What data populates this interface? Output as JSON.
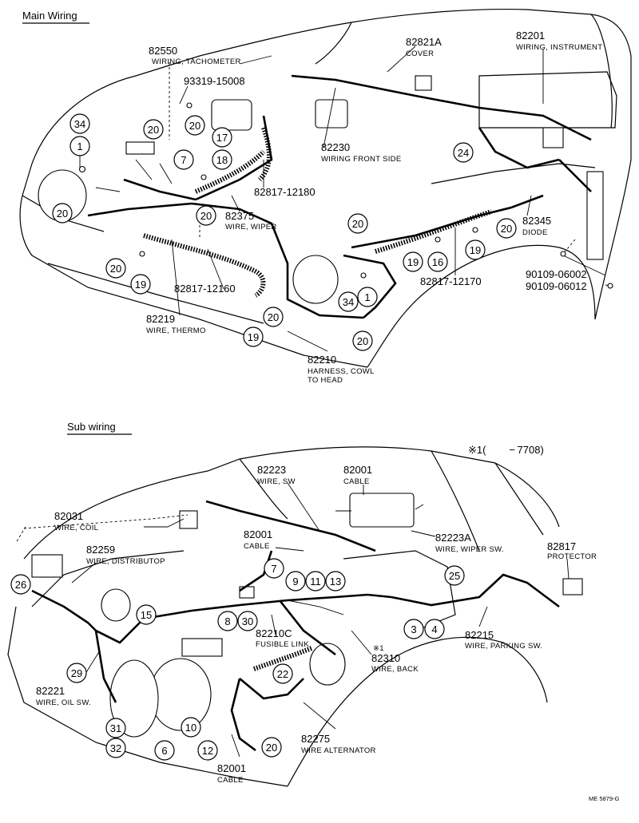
{
  "sections": {
    "main": {
      "title": "Main Wiring"
    },
    "sub": {
      "title": "Sub wiring",
      "note": "※1(        − 7708)"
    }
  },
  "main_parts": {
    "p82550": {
      "number": "82550",
      "name": "WIRING, TACHOMETER"
    },
    "p93319": {
      "number": "93319-15008"
    },
    "p82821A": {
      "number": "82821A",
      "name": "COVER"
    },
    "p82201": {
      "number": "82201",
      "name": "WIRING, INSTRUMENT"
    },
    "p82230": {
      "number": "82230",
      "name": "WIRING FRONT SIDE"
    },
    "p82817_12180": {
      "number": "82817-12180"
    },
    "p82375": {
      "number": "82375",
      "name": "WIRE, WIPER"
    },
    "p82345": {
      "number": "82345",
      "name": "DIODE"
    },
    "p90109_06002": {
      "number": "90109-06002"
    },
    "p90109_06012": {
      "number": "90109-06012"
    },
    "p82817_12170": {
      "number": "82817-12170"
    },
    "p82817_12160": {
      "number": "82817-12160"
    },
    "p82219": {
      "number": "82219",
      "name": "WIRE, THERMO"
    },
    "p82210": {
      "number": "82210",
      "name": "HARNESS, COWL",
      "name2": "TO HEAD"
    }
  },
  "sub_parts": {
    "p82223": {
      "number": "82223",
      "name": "WIRE, SW"
    },
    "p82001a": {
      "number": "82001",
      "name": "CABLE"
    },
    "p82031": {
      "number": "82031",
      "name": "WIRE, COIL"
    },
    "p82223A": {
      "number": "82223A",
      "name": "WIRE, WIPER SW."
    },
    "p82817": {
      "number": "82817",
      "name": "PROTECTOR"
    },
    "p82001b": {
      "number": "82001",
      "name": "CABLE"
    },
    "p82259": {
      "number": "82259",
      "name": "WIRE, DISTRIBUTOP"
    },
    "p82210C": {
      "number": "82210C",
      "name": "FUSIBLE LINK"
    },
    "p82215": {
      "number": "82215",
      "name": "WIRE, PARKING SW."
    },
    "p82310": {
      "mark": "※1",
      "number": "82310",
      "name": "WIRE, BACK"
    },
    "p82221": {
      "number": "82221",
      "name": "WIRE, OIL SW."
    },
    "p82275": {
      "number": "82275",
      "name": "WIRE  ALTERNATOR"
    },
    "p82001c": {
      "number": "82001",
      "name": "CABLE"
    }
  },
  "callouts_main": [
    "34",
    "1",
    "20",
    "20",
    "7",
    "18",
    "17",
    "20",
    "20",
    "24",
    "20",
    "19",
    "16",
    "19",
    "20",
    "20",
    "19",
    "20",
    "1",
    "34",
    "19",
    "20"
  ],
  "callouts_sub": [
    "7",
    "9",
    "11",
    "13",
    "26",
    "15",
    "8",
    "30",
    "25",
    "3",
    "4",
    "29",
    "22",
    "31",
    "32",
    "6",
    "10",
    "12",
    "20"
  ],
  "footer": {
    "code": "ME 5879-G"
  }
}
